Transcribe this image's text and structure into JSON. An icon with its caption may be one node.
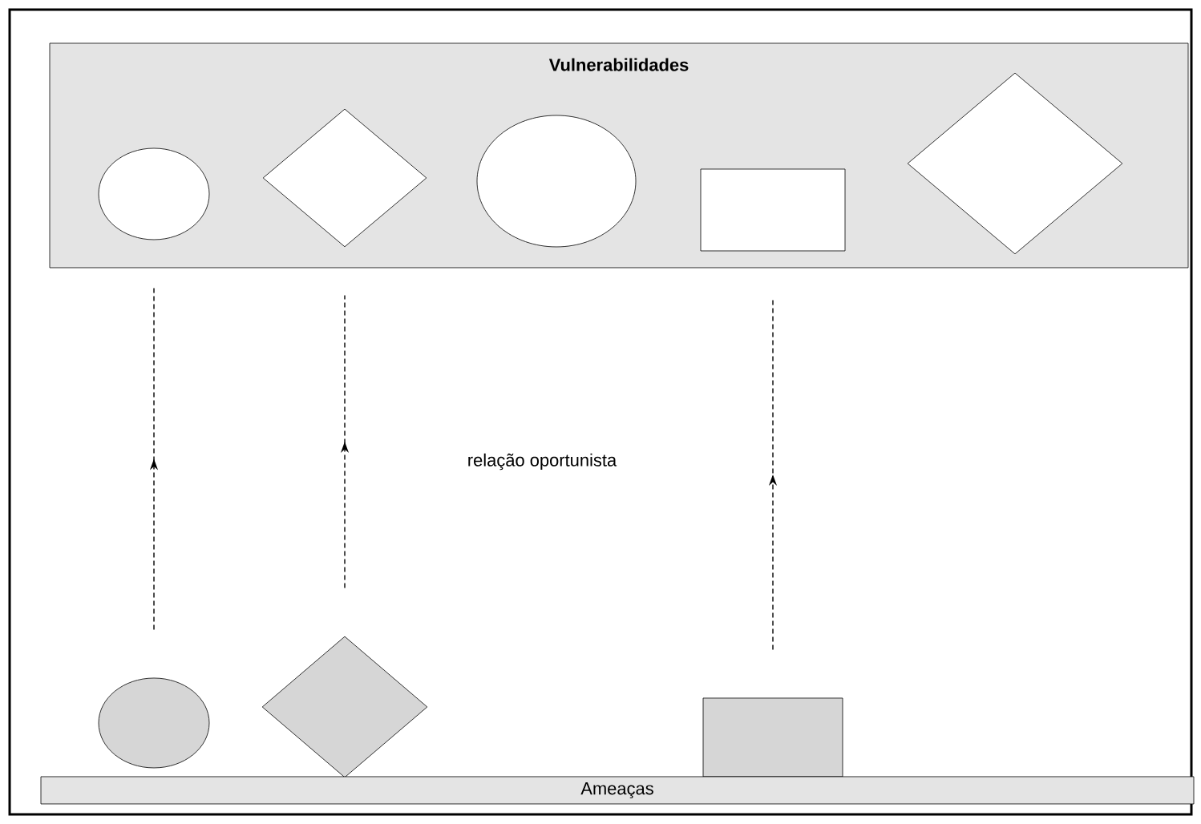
{
  "diagram": {
    "nodes": [
      {
        "text": [
          "Vulnerabilidades"
        ]
      },
      {
        "text": [],
        "shape": "circle",
        "in": 0
      },
      {
        "text": [],
        "shape": "diamond",
        "in": 0
      },
      {
        "text": [],
        "shape": "circle",
        "in": 0
      },
      {
        "text": [],
        "shape": "box",
        "in": 0
      },
      {
        "text": [],
        "shape": "diamond",
        "in": 0
      },
      {
        "text": [],
        "shape": "circle"
      },
      {
        "text": [],
        "shape": "diamond"
      },
      {
        "text": [],
        "shape": "box"
      },
      {
        "text": [
          "Ameaças"
        ]
      }
    ],
    "edges": [
      {
        "from": 6,
        "to": 1,
        "arrow": "to",
        "style": "dashed"
      },
      {
        "from": 7,
        "to": 2,
        "arrow": "to",
        "style": "dashed"
      },
      {
        "from": 8,
        "to": 4,
        "arrow": "to",
        "style": "dashed"
      }
    ],
    "labels": [
      "relação oportunista"
    ]
  }
}
